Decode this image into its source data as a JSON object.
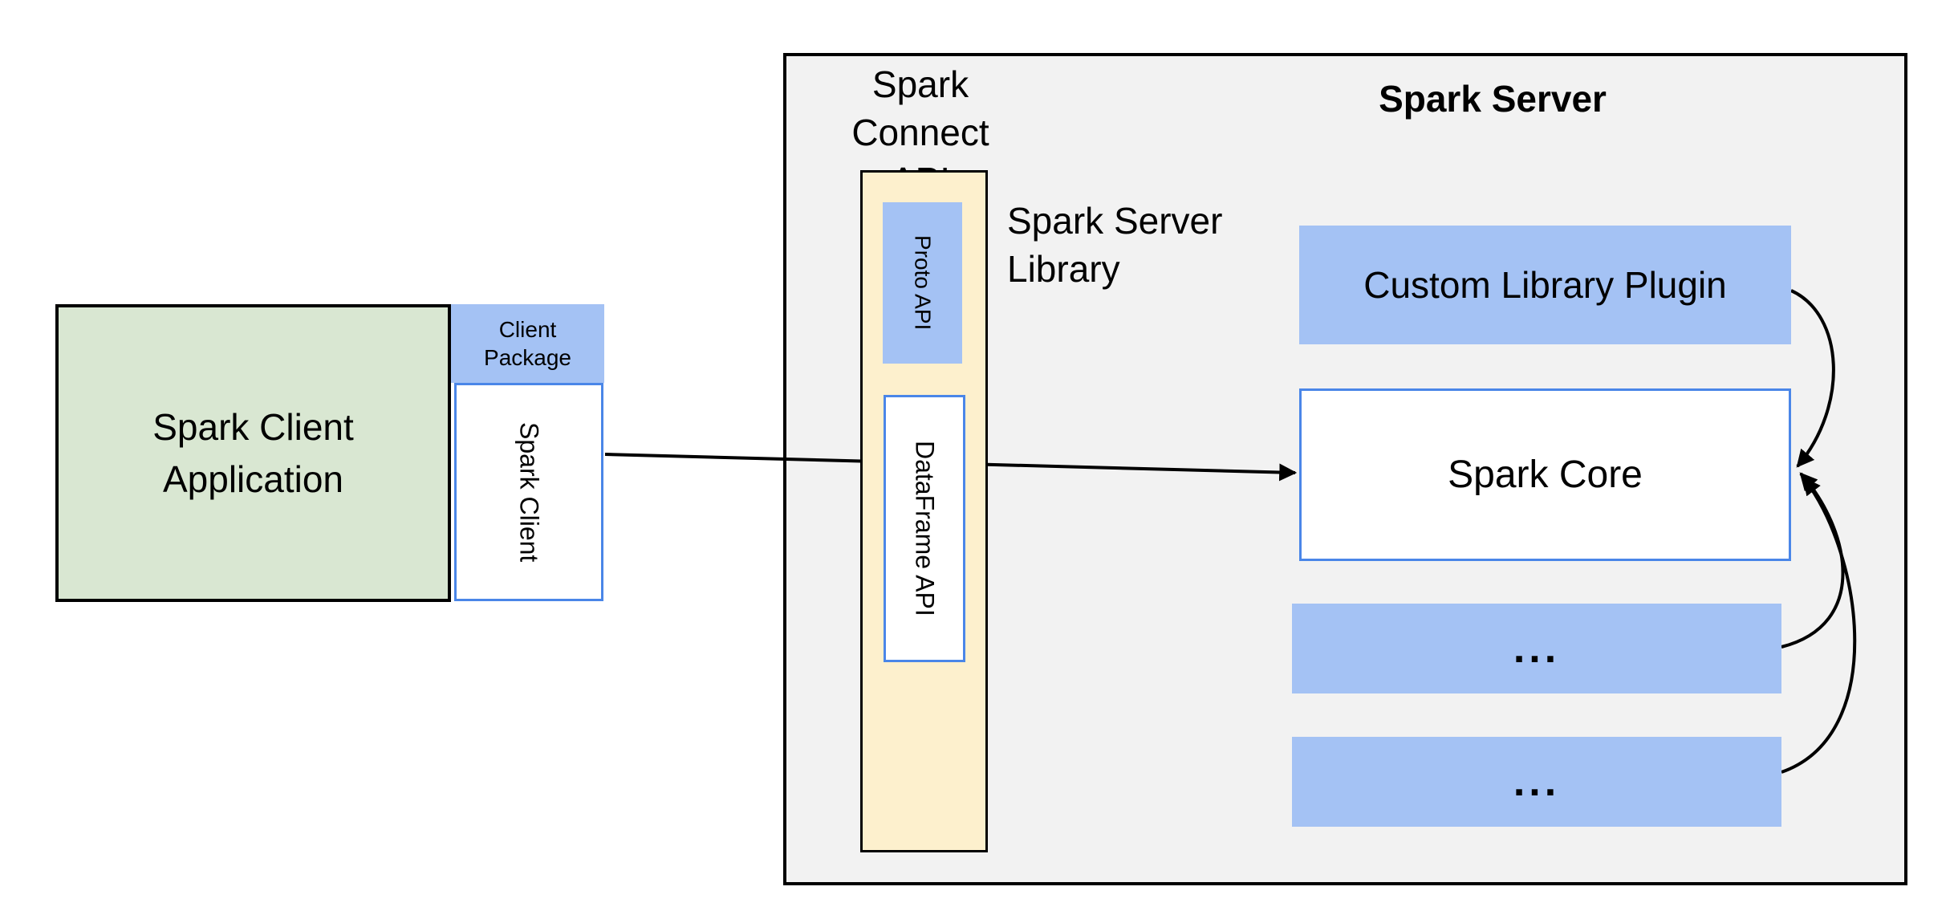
{
  "colors": {
    "panel_gray": "#f2f2f2",
    "box_blue": "#a4c2f4",
    "border_blue": "#4a86e8",
    "box_green": "#d9e7d2",
    "box_yellow": "#fdf0cd",
    "line_black": "#000000"
  },
  "client": {
    "app_line1": "Spark Client",
    "app_line2": "Application",
    "package_line1": "Client",
    "package_line2": "Package",
    "spark_client": "Spark Client"
  },
  "connect_api": {
    "title_line1": "Spark Connect",
    "title_line2": "API",
    "proto_api": "Proto API",
    "dataframe_api": "DataFrame API",
    "library_line1": "Spark Server",
    "library_line2": "Library"
  },
  "server": {
    "title": "Spark Server",
    "plugin": "Custom Library Plugin",
    "core": "Spark Core",
    "more1": "...",
    "more2": "..."
  }
}
